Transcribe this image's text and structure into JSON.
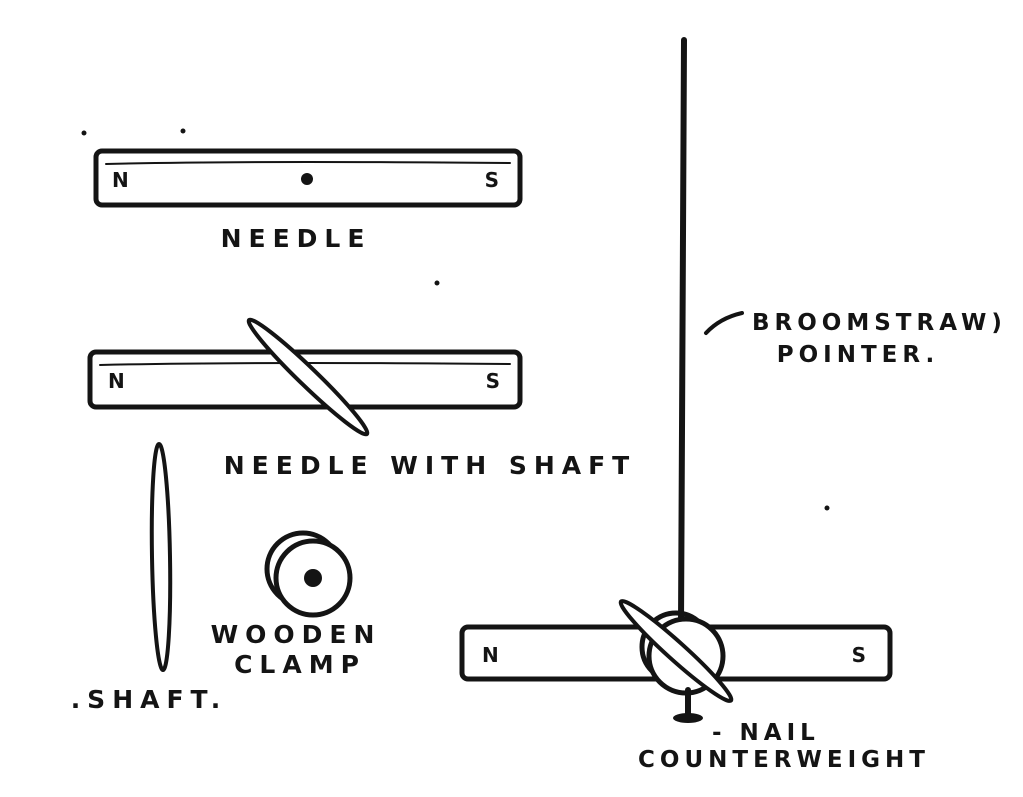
{
  "figure": {
    "background_color": "#ffffff",
    "ink_color": "#141414",
    "parts": {
      "needle": {
        "pole_left": "N",
        "pole_right": "S",
        "caption": "NEEDLE"
      },
      "needle_with_shaft": {
        "pole_left": "N",
        "pole_right": "S",
        "caption": "NEEDLE WITH SHAFT"
      },
      "shaft": {
        "caption": ".SHAFT."
      },
      "wooden_clamp": {
        "caption_line1": "WOODEN",
        "caption_line2": "CLAMP"
      },
      "assembly": {
        "pole_left": "N",
        "pole_right": "S",
        "pointer_label_line1": "BROOMSTRAW)",
        "pointer_label_line2": "POINTER.",
        "nail_label": "- NAIL",
        "counterweight_label": "COUNTERWEIGHT"
      }
    }
  }
}
